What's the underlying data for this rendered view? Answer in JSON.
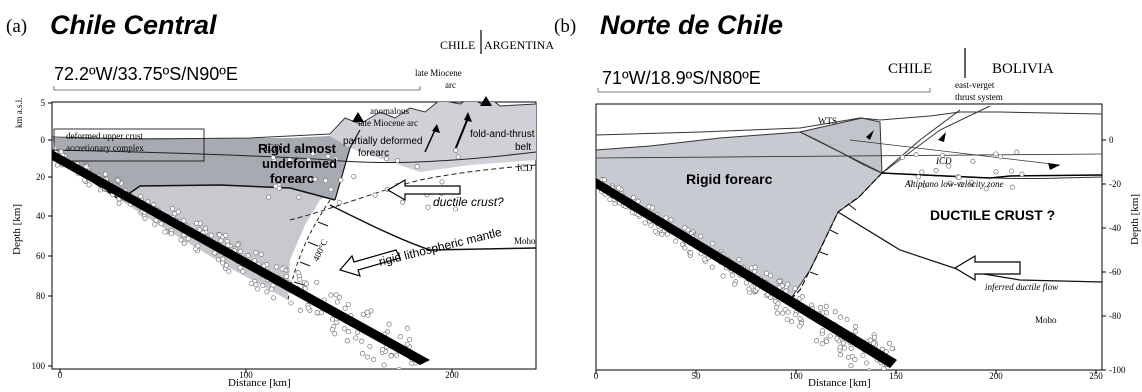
{
  "panel_a": {
    "letter": "(a)",
    "title": "Chile Central",
    "coords": "72.2ºW/33.75ºS/N90ºE",
    "country_left": "CHILE",
    "country_right": "ARGENTINA",
    "y_axis_label": "Depth [km]",
    "y_axis_unit_top": "km a.s.l.",
    "x_axis_label": "Distance [km]",
    "y_ticks": [
      "5",
      "0",
      "20",
      "40",
      "60",
      "80",
      "100"
    ],
    "x_ticks": [
      "0",
      "100",
      "200"
    ],
    "labels": {
      "late_miocene_arc": "late Miocene\narc",
      "anomalous": "anomalous\nlate Miocene arc",
      "deformed_upper_crust": "deformed upper crust",
      "accretionary_complex": "accretionary complex",
      "icd_left": "ICD",
      "rigid_forearc": "Rigid almost\nundeformed\nforearc",
      "partially_deformed": "partially deformed\nforearc",
      "fold_thrust": "fold-and-thrust\nbelt",
      "icd_right": "ICD",
      "ductile_crust": "ductile crust?",
      "temp_400": "400°C",
      "moho": "Moho",
      "rigid_mantle": "rigid lithospheric mantle"
    }
  },
  "panel_b": {
    "letter": "(b)",
    "title": "Norte de Chile",
    "coords": "71ºW/18.9ºS/N80ºE",
    "country_left": "CHILE",
    "country_right": "BOLIVIA",
    "y_axis_label": "Depth [km]",
    "x_axis_label": "Distance [km]",
    "y_ticks": [
      "0",
      "-20",
      "-40",
      "-60",
      "-80",
      "-100"
    ],
    "x_ticks": [
      "0",
      "50",
      "100",
      "150",
      "200",
      "250"
    ],
    "labels": {
      "thrust_system": "east-verget\nthrust system",
      "wts": "WTS",
      "icd": "ICD",
      "rigid_forearc": "Rigid forearc",
      "low_velocity": "Altiplano low-velocity zone",
      "ductile_crust": "DUCTILE CRUST ?",
      "inferred_flow": "inferred ductile flow",
      "moho": "Moho"
    }
  }
}
